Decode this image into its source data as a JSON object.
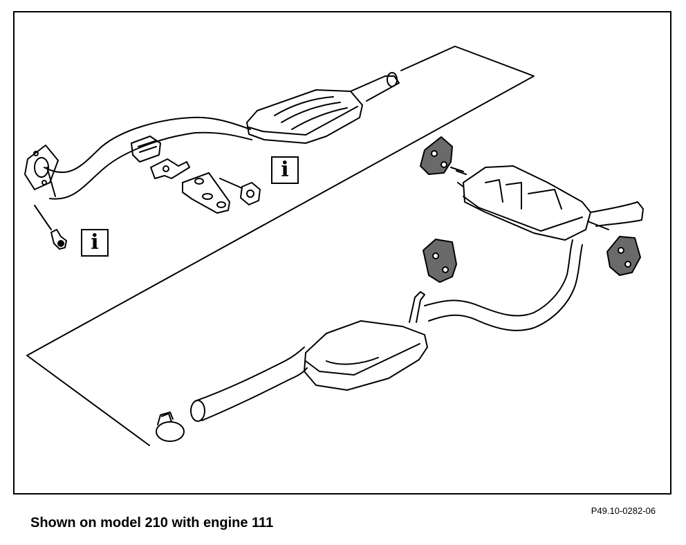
{
  "figure": {
    "reference_code": "P49.10-0282-06",
    "caption": "Shown on model 210 with engine 111"
  },
  "info_markers": [
    {
      "glyph": "i"
    },
    {
      "glyph": "i"
    }
  ],
  "colors": {
    "ink": "#000000",
    "paper": "#ffffff",
    "rubber": "#6a6a6a"
  }
}
